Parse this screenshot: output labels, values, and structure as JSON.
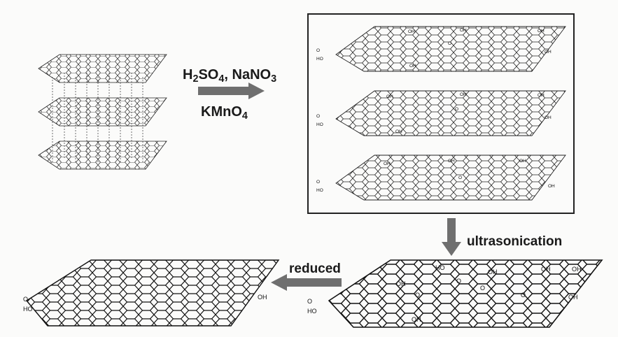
{
  "reagents": {
    "line1": {
      "h": "H",
      "h_sub": "2",
      "so": "SO",
      "so_sub": "4",
      "sep": ", NaNO",
      "n_sub": "3"
    },
    "line2": {
      "km": "KMnO",
      "km_sub": "4"
    }
  },
  "steps": {
    "ultrasonication": "ultrasonication",
    "reduced": "reduced"
  },
  "groups": {
    "oh": "OH",
    "ho": "HO",
    "o": "O"
  },
  "colors": {
    "arrow": "#6f6f6f",
    "ink": "#1a1a1a",
    "background": "#fbfbfa"
  },
  "panels": [
    "graphite-stack",
    "graphite-oxide-stack",
    "graphene-oxide-sheet",
    "reduced-graphene-oxide-sheet"
  ]
}
